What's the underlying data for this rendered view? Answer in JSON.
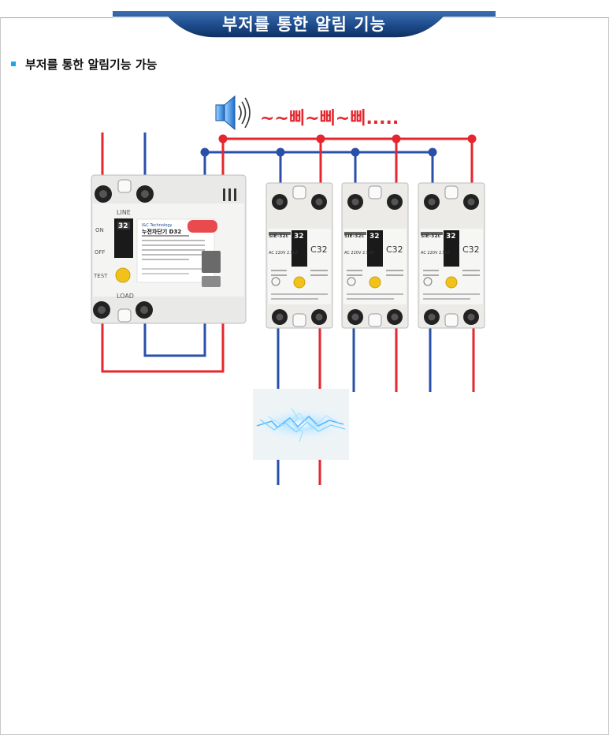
{
  "header": {
    "title": "부저를 통한 알림 기능",
    "accent": "#1f4f8f"
  },
  "section": {
    "bullet_text": "부저를 통한 알림기능 가능",
    "bullet_color": "#1da6e8"
  },
  "buzzer": {
    "icon": "speaker-icon",
    "sound_text": "~~삐~삐~삐....."
  },
  "main_breaker": {
    "top_label": "LINE",
    "bottom_label": "LOAD",
    "on_label": "ON",
    "off_label": "OFF",
    "test_label": "TEST",
    "rating": "32",
    "brand": "I&C Technology",
    "model": "누전차단기 D32"
  },
  "branch_breakers": [
    {
      "type": "SIE-32c",
      "rating": "32",
      "spec": "AC 220V 2.5kA",
      "class": "C32"
    },
    {
      "type": "SIE-32c",
      "rating": "32",
      "spec": "AC 220V 2.5kA",
      "class": "C32"
    },
    {
      "type": "SIE-32c",
      "rating": "32",
      "spec": "AC 220V 2.5kA",
      "class": "C32"
    }
  ],
  "colors": {
    "live": "#e5262e",
    "neutral": "#2a4fa8",
    "spark": "#7fd3ff"
  }
}
